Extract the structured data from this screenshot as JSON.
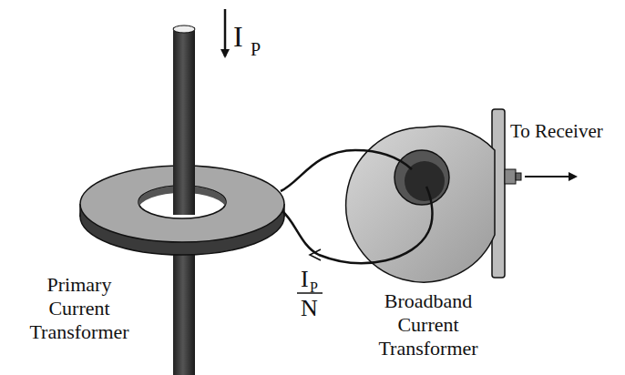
{
  "diagram": {
    "labels": [
      "I",
      "P",
      "Primary Current Transformer",
      "Broadband Current Transformer",
      "To Receiver",
      "I",
      "P",
      "N"
    ]
  }
}
